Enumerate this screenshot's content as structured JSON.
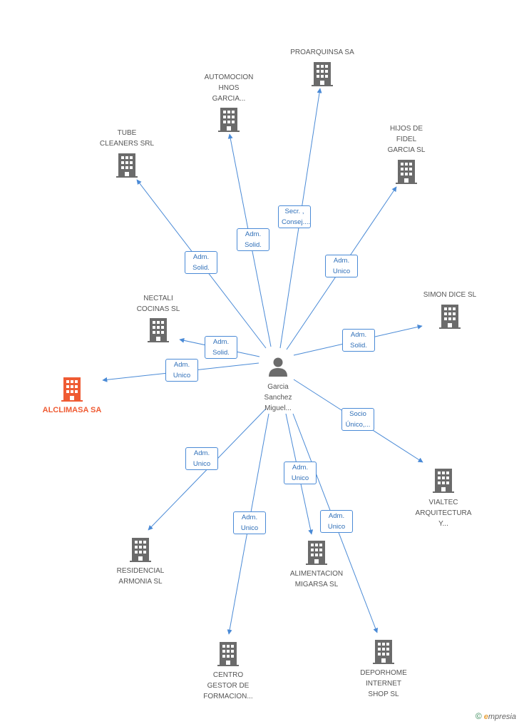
{
  "colors": {
    "edge": "#4a8ad6",
    "company": "#6b6b6b",
    "primary": "#ef5b33",
    "person": "#6b6b6b"
  },
  "center": {
    "name": "Garcia\nSanchez\nMiguel...",
    "icon": "person-icon"
  },
  "primary_company": {
    "name": "ALCLIMASA SA",
    "icon": "building-icon"
  },
  "companies": [
    {
      "name": "PROARQUINSA SA"
    },
    {
      "name": "AUTOMOCION\nHNOS\nGARCIA..."
    },
    {
      "name": "HIJOS DE\nFIDEL\nGARCIA SL"
    },
    {
      "name": "TUBE\nCLEANERS SRL"
    },
    {
      "name": "NECTALI\nCOCINAS  SL"
    },
    {
      "name": "SIMON DICE SL"
    },
    {
      "name": "VIALTEC\nARQUITECTURA\nY..."
    },
    {
      "name": "RESIDENCIAL\nARMONIA SL"
    },
    {
      "name": "ALIMENTACION\nMIGARSA SL"
    },
    {
      "name": "CENTRO\nGESTOR DE\nFORMACION..."
    },
    {
      "name": "DEPORHOME\nINTERNET\nSHOP SL"
    }
  ],
  "edges": [
    {
      "label": "Secr. ,\nConsej...."
    },
    {
      "label": "Adm.\nSolid."
    },
    {
      "label": "Adm.\nUnico"
    },
    {
      "label": "Adm.\nSolid."
    },
    {
      "label": "Adm.\nSolid."
    },
    {
      "label": "Adm.\nUnico"
    },
    {
      "label": "Adm.\nSolid."
    },
    {
      "label": "Socio\nÚnico,..."
    },
    {
      "label": "Adm.\nUnico"
    },
    {
      "label": "Adm.\nUnico"
    },
    {
      "label": "Adm.\nUnico"
    },
    {
      "label": "Adm.\nUnico"
    }
  ],
  "footer": {
    "symbol": "©",
    "brand_initial": "e",
    "brand_rest": "mpresia"
  }
}
